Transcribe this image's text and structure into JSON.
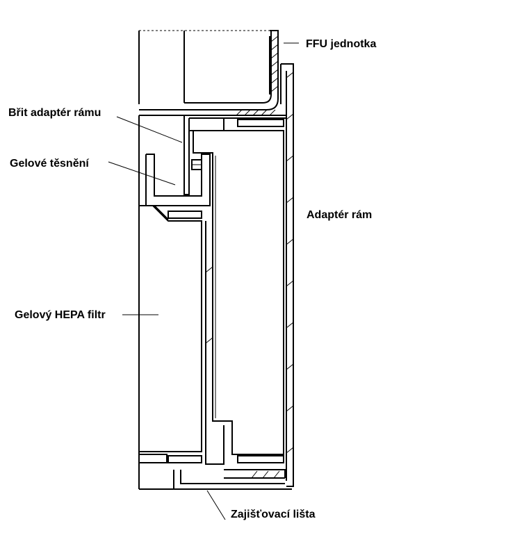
{
  "labels": {
    "ffu": "FFU jednotka",
    "brit": "Břit adaptér rámu",
    "gel_seal": "Gelové těsnění",
    "adapter_frame": "Adaptér rám",
    "hepa": "Gelový HEPA filtr",
    "locking_strip": "Zajišťovací lišta"
  }
}
